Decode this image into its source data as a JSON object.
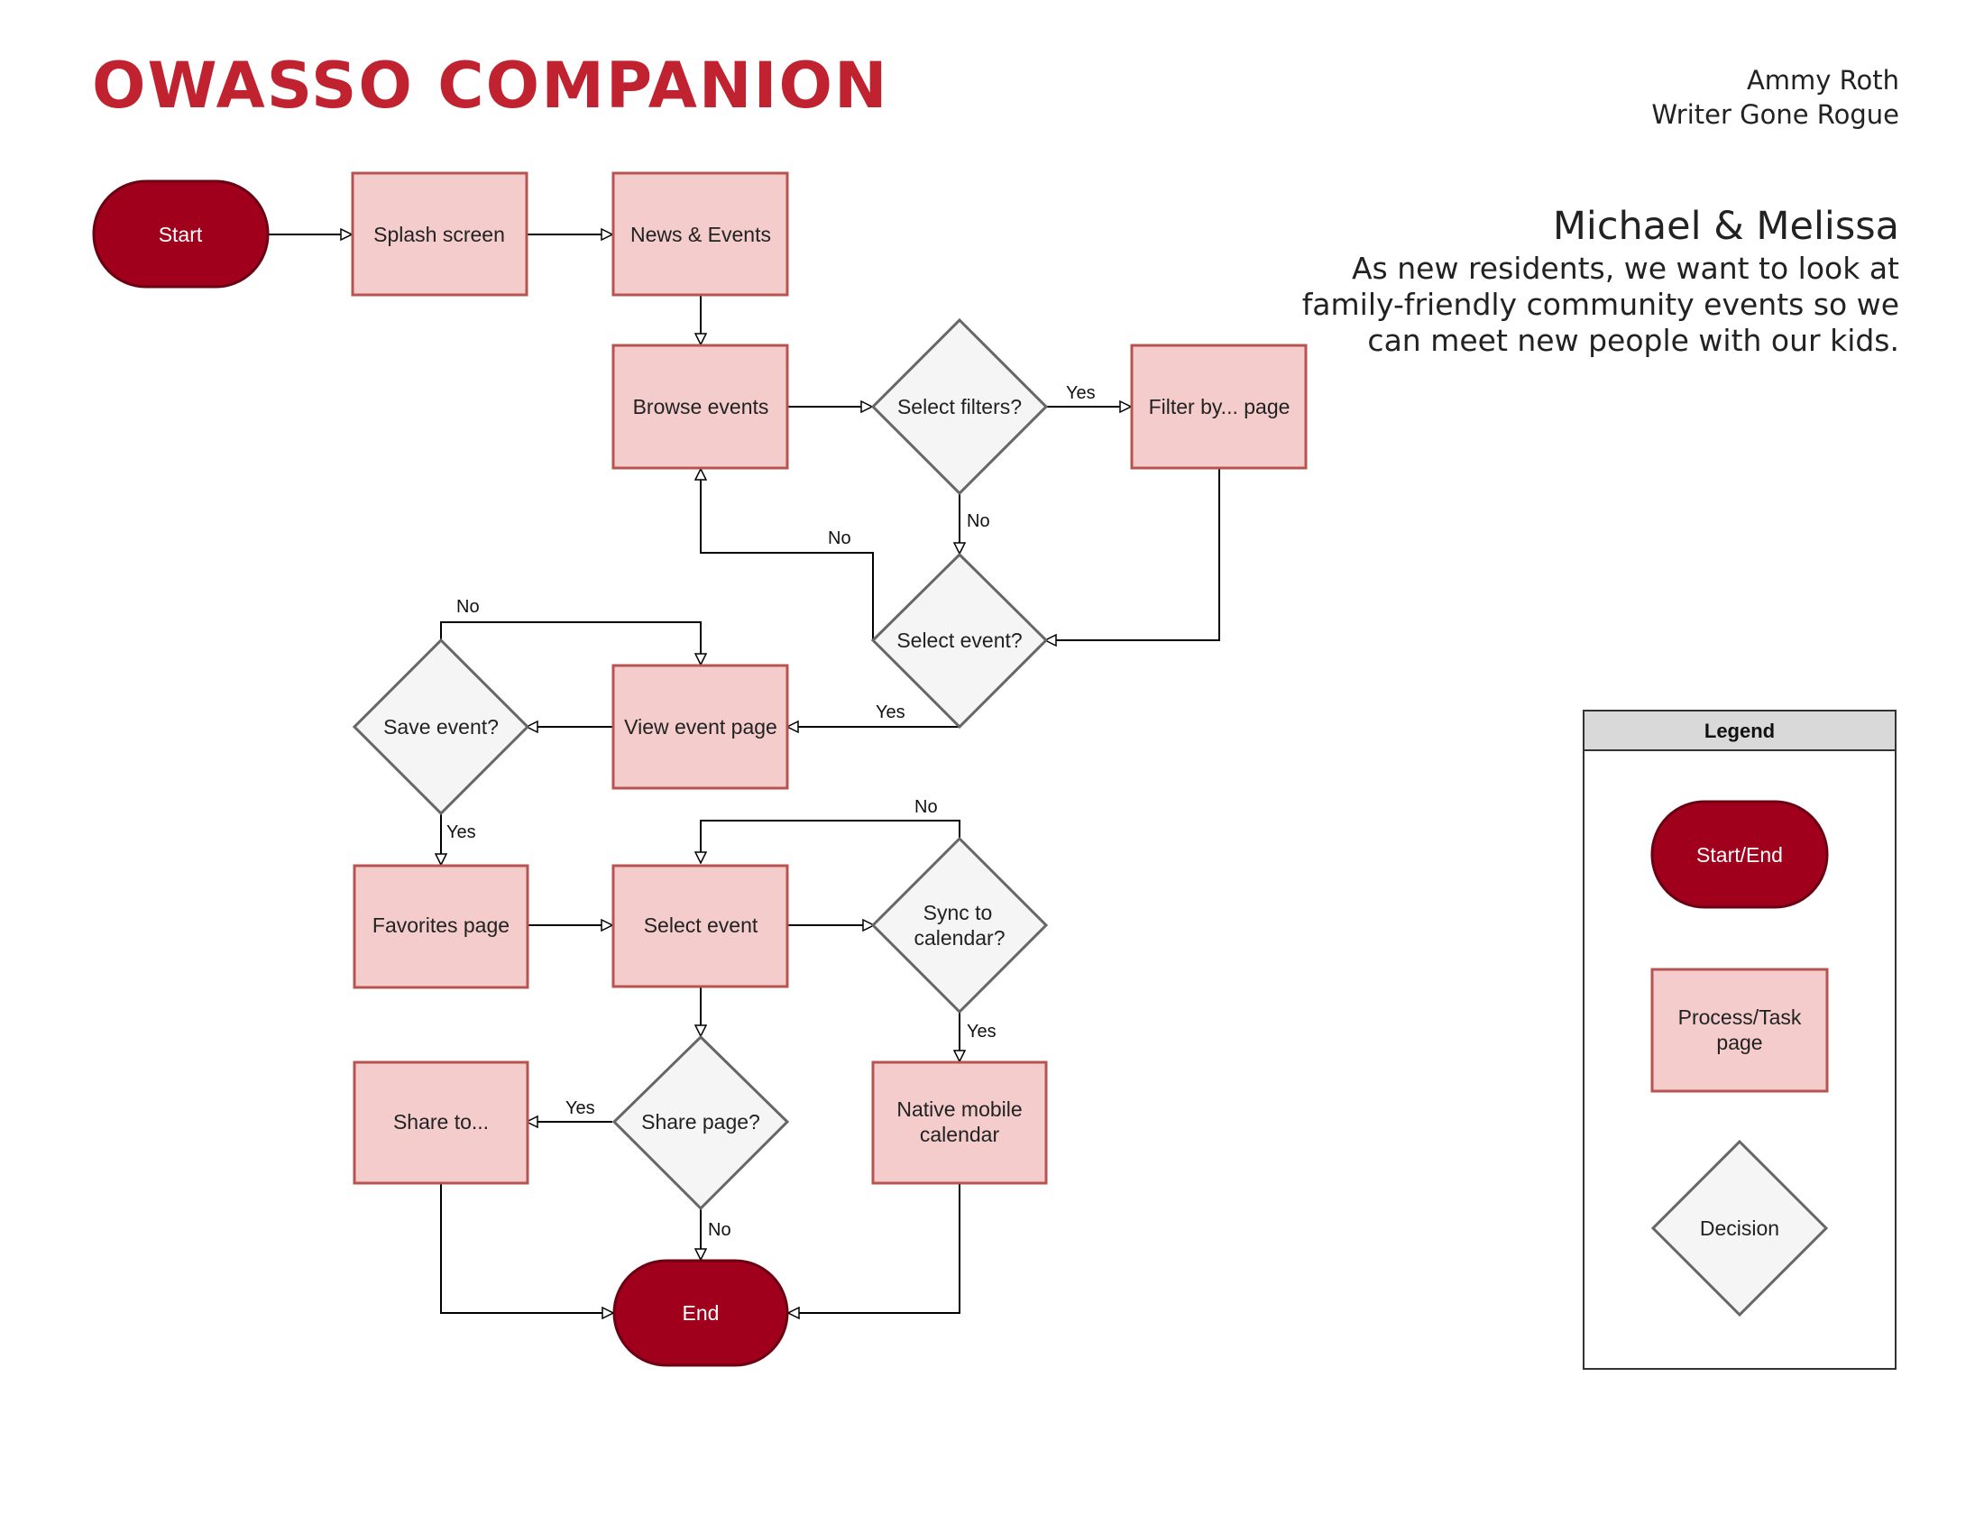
{
  "header": {
    "title": "OWASSO COMPANION",
    "author": "Ammy Roth",
    "organization": "Writer Gone Rogue"
  },
  "persona": {
    "name": "Michael & Melissa",
    "story_lines": [
      "As new residents, we want to look at",
      "family-friendly community events so we",
      "can meet new people with our kids."
    ]
  },
  "colors": {
    "title": "#c0222f",
    "terminal_fill": "#a0001c",
    "process_fill": "#f4cccc",
    "process_stroke": "#b85450",
    "decision_fill": "#f5f5f5",
    "decision_stroke": "#666666"
  },
  "nodes": {
    "start": "Start",
    "splash": "Splash screen",
    "news": "News & Events",
    "browse": "Browse events",
    "filters_q": "Select filters?",
    "filter_page": "Filter by... page",
    "select_event_q": "Select event?",
    "view_event": "View event page",
    "save_q": "Save event?",
    "favorites": "Favorites page",
    "select_event": "Select event",
    "sync_q": [
      "Sync to",
      "calendar?"
    ],
    "share_q": "Share page?",
    "share_to": "Share to...",
    "native_cal": [
      "Native mobile",
      "calendar"
    ],
    "end": "End"
  },
  "edges": {
    "filters_yes": "Yes",
    "filters_no": "No",
    "select_no": "No",
    "select_yes": "Yes",
    "save_no": "No",
    "save_yes": "Yes",
    "sync_no": "No",
    "sync_yes": "Yes",
    "share_yes": "Yes",
    "share_no": "No"
  },
  "legend": {
    "title": "Legend",
    "terminal": "Start/End",
    "process": [
      "Process/Task",
      "page"
    ],
    "decision": "Decision"
  }
}
